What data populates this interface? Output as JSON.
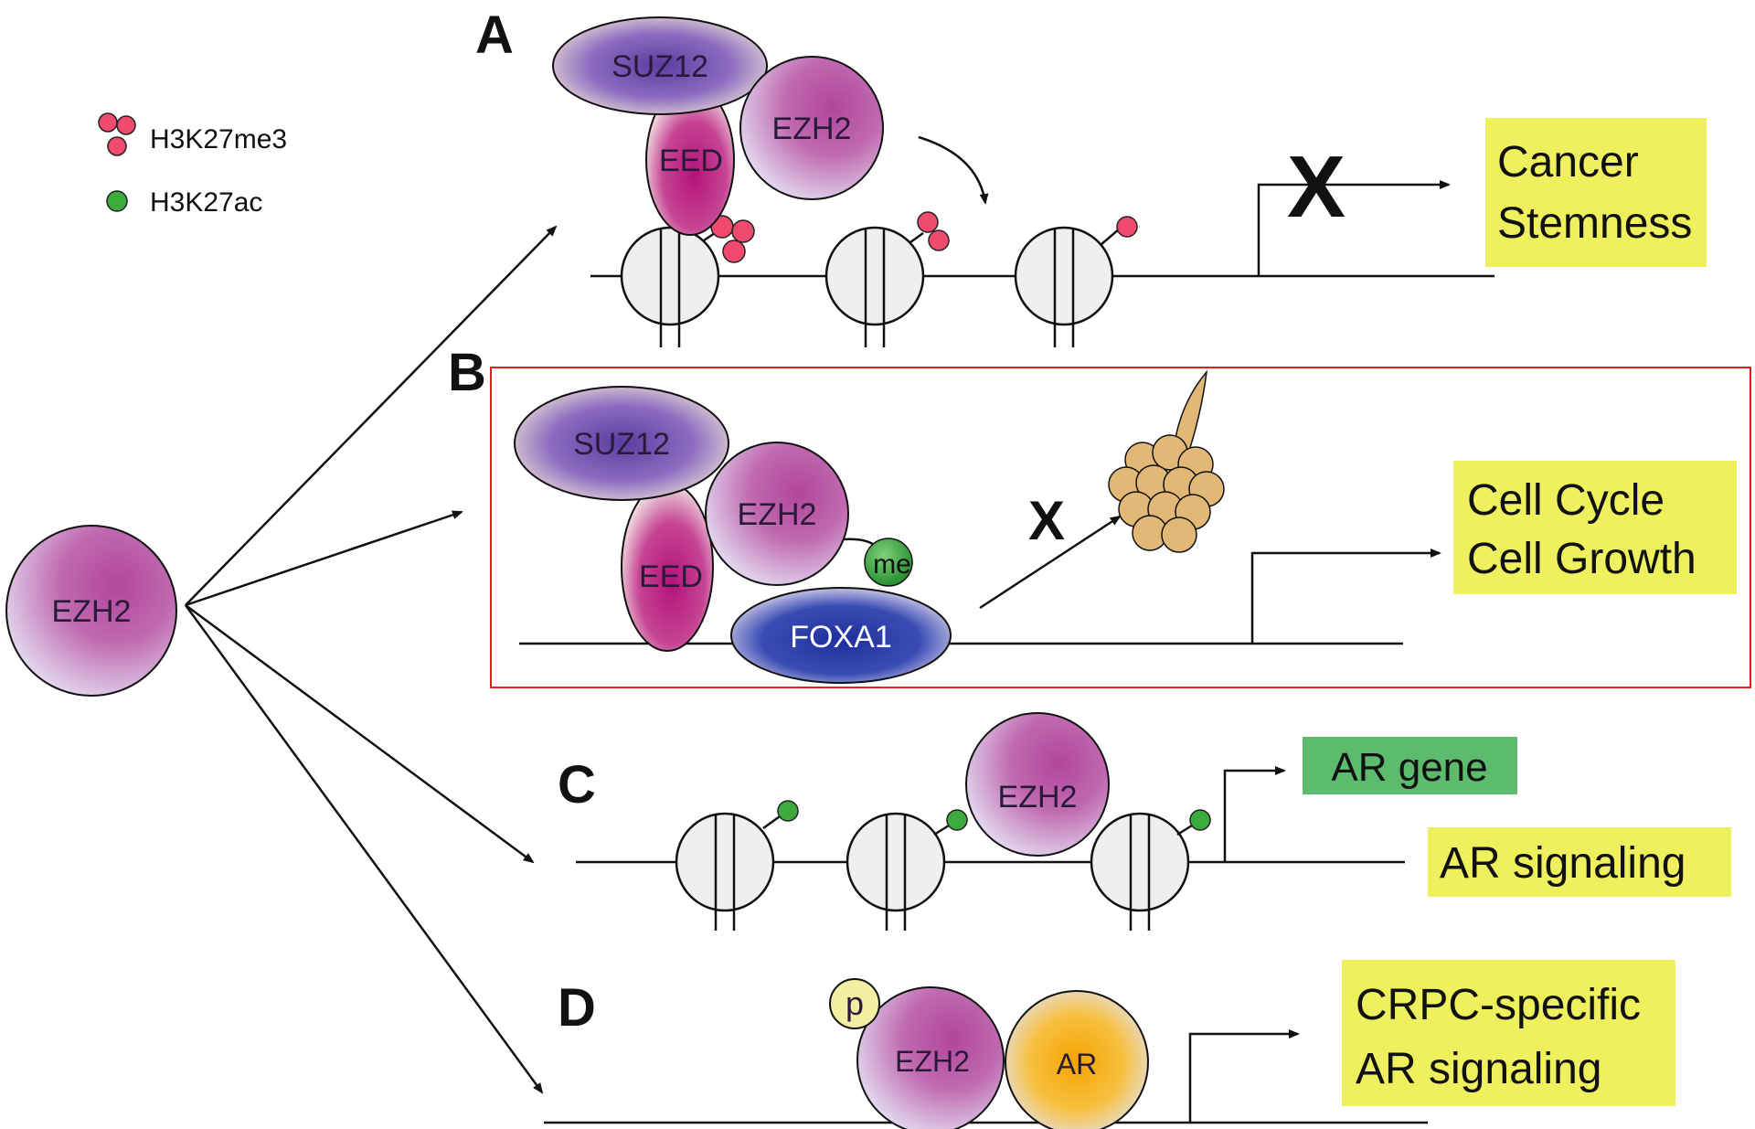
{
  "legend": {
    "h3k27me3": {
      "label": "H3K27me3",
      "color": "#f04a6e"
    },
    "h3k27ac": {
      "label": "H3K27ac",
      "color": "#3daa3d"
    }
  },
  "center": {
    "label": "EZH2"
  },
  "panels": {
    "a": {
      "letter": "A",
      "suz12": "SUZ12",
      "eed": "EED",
      "ezh2": "EZH2",
      "block": "X",
      "outcome": [
        "Cancer",
        "Stemness"
      ]
    },
    "b": {
      "letter": "B",
      "suz12": "SUZ12",
      "eed": "EED",
      "ezh2": "EZH2",
      "me": "me",
      "foxa1": "FOXA1",
      "block": "X",
      "outcome": [
        "Cell Cycle",
        "Cell Growth"
      ]
    },
    "c": {
      "letter": "C",
      "ezh2": "EZH2",
      "gene": "AR gene",
      "outcome": "AR signaling"
    },
    "d": {
      "letter": "D",
      "p": "p",
      "ezh2": "EZH2",
      "ar": "AR",
      "outcome": [
        "CRPC-specific",
        "AR signaling"
      ]
    }
  },
  "colors": {
    "ezh2": "#b2459c",
    "suz12": "#6a4aa8",
    "eed": "#b5127a",
    "foxa1": "#2f3fa8",
    "ar": "#f5a800",
    "outcome_yellow": "#eef05e",
    "outcome_green": "#5cbb6c",
    "highlight_box": "#e02020"
  }
}
